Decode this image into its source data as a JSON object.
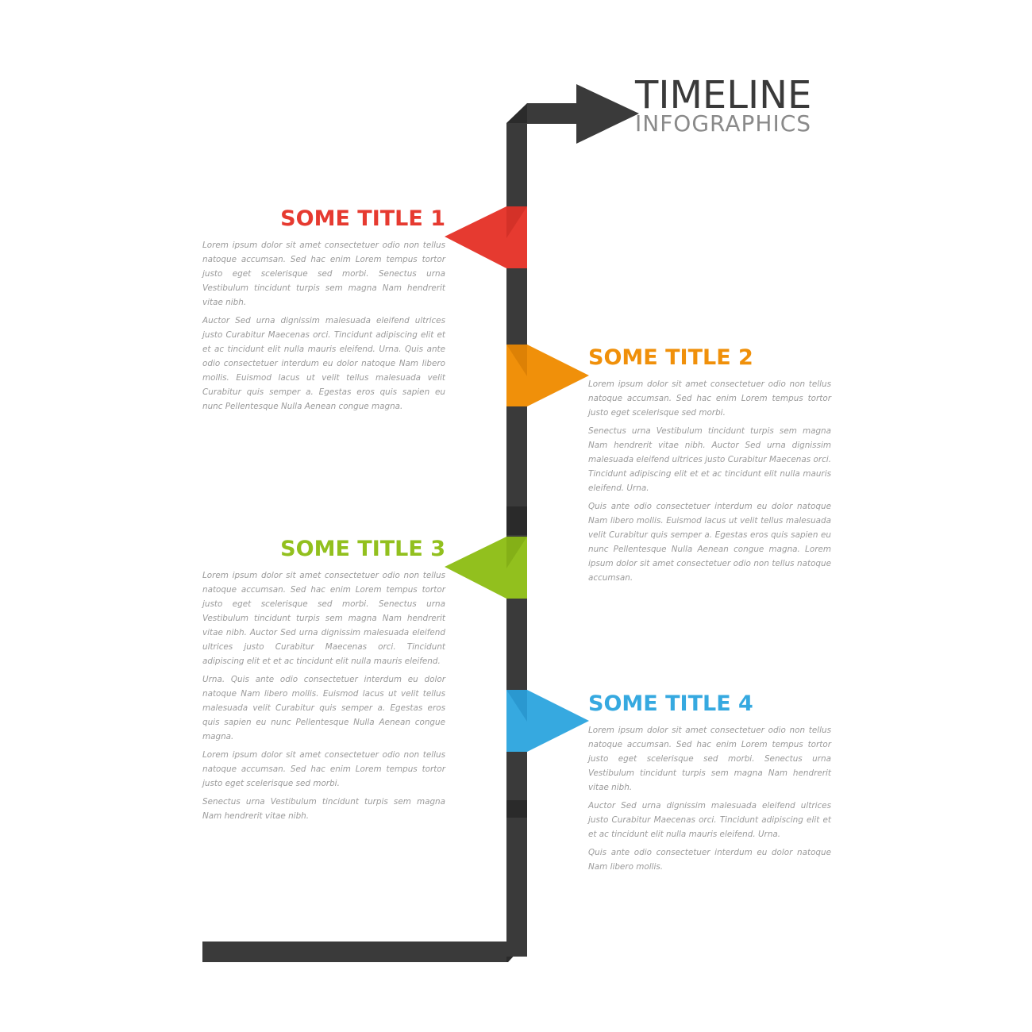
{
  "header": {
    "main": "TIMELINE",
    "sub": "INFOGRAPHICS"
  },
  "colors": {
    "line": "#3a3a3a",
    "line_dark": "#2b2b2b",
    "step1": "#e63a30",
    "step2": "#f0900a",
    "step3": "#92c01e",
    "step4": "#36a9e0",
    "text": "#9a9a9a"
  },
  "steps": [
    {
      "title": "SOME TITLE 1",
      "color": "#e63a30",
      "paragraphs": [
        "Lorem ipsum dolor sit amet consectetuer odio non tellus natoque accumsan. Sed hac enim Lorem tempus tortor justo eget scelerisque sed morbi. Senectus urna Vestibulum tincidunt turpis sem magna Nam hendrerit vitae nibh.",
        "Auctor Sed urna dignissim malesuada eleifend ultrices justo Curabitur Maecenas orci. Tincidunt adipiscing elit et et ac tincidunt elit nulla mauris eleifend. Urna. Quis ante odio consectetuer interdum eu dolor natoque Nam libero mollis. Euismod lacus ut velit tellus malesuada velit Curabitur quis semper a. Egestas eros quis sapien eu nunc Pellentesque Nulla Aenean congue magna."
      ]
    },
    {
      "title": "SOME TITLE 2",
      "color": "#f0900a",
      "paragraphs": [
        "Lorem ipsum dolor sit amet consectetuer odio non tellus natoque accumsan. Sed hac enim Lorem tempus tortor justo eget scelerisque sed morbi.",
        "Senectus urna Vestibulum tincidunt turpis sem magna Nam hendrerit vitae nibh. Auctor Sed urna dignissim malesuada eleifend ultrices justo Curabitur Maecenas orci. Tincidunt adipiscing elit et et ac tincidunt elit nulla mauris eleifend. Urna.",
        "Quis ante odio consectetuer interdum eu dolor natoque Nam libero mollis. Euismod lacus ut velit tellus malesuada velit Curabitur quis semper a. Egestas eros quis sapien eu nunc Pellentesque Nulla Aenean congue magna. Lorem ipsum dolor sit amet consectetuer odio non tellus natoque accumsan."
      ]
    },
    {
      "title": "SOME TITLE 3",
      "color": "#92c01e",
      "paragraphs": [
        "Lorem ipsum dolor sit amet consectetuer odio non tellus natoque accumsan. Sed hac enim Lorem tempus tortor justo eget scelerisque sed morbi. Senectus urna Vestibulum tincidunt turpis sem magna Nam hendrerit vitae nibh. Auctor Sed urna dignissim malesuada eleifend ultrices justo Curabitur Maecenas orci. Tincidunt adipiscing elit et et ac tincidunt elit nulla mauris eleifend.",
        "Urna. Quis ante odio consectetuer interdum eu dolor natoque Nam libero mollis. Euismod lacus ut velit tellus malesuada velit Curabitur quis semper a. Egestas eros quis sapien eu nunc Pellentesque Nulla Aenean congue magna.",
        "Lorem ipsum dolor sit amet consectetuer odio non tellus natoque accumsan. Sed hac enim Lorem tempus tortor justo eget scelerisque sed morbi.",
        "Senectus urna Vestibulum tincidunt turpis sem magna Nam hendrerit vitae nibh."
      ]
    },
    {
      "title": "SOME TITLE 4",
      "color": "#36a9e0",
      "paragraphs": [
        "Lorem ipsum dolor sit amet consectetuer odio non tellus natoque accumsan. Sed hac enim Lorem tempus tortor justo eget scelerisque sed morbi. Senectus urna Vestibulum tincidunt turpis sem magna Nam hendrerit vitae nibh.",
        "Auctor Sed urna dignissim malesuada eleifend ultrices justo Curabitur Maecenas orci. Tincidunt adipiscing elit et et ac tincidunt elit nulla mauris eleifend. Urna.",
        "Quis ante odio consectetuer interdum eu dolor natoque Nam libero mollis."
      ]
    }
  ]
}
